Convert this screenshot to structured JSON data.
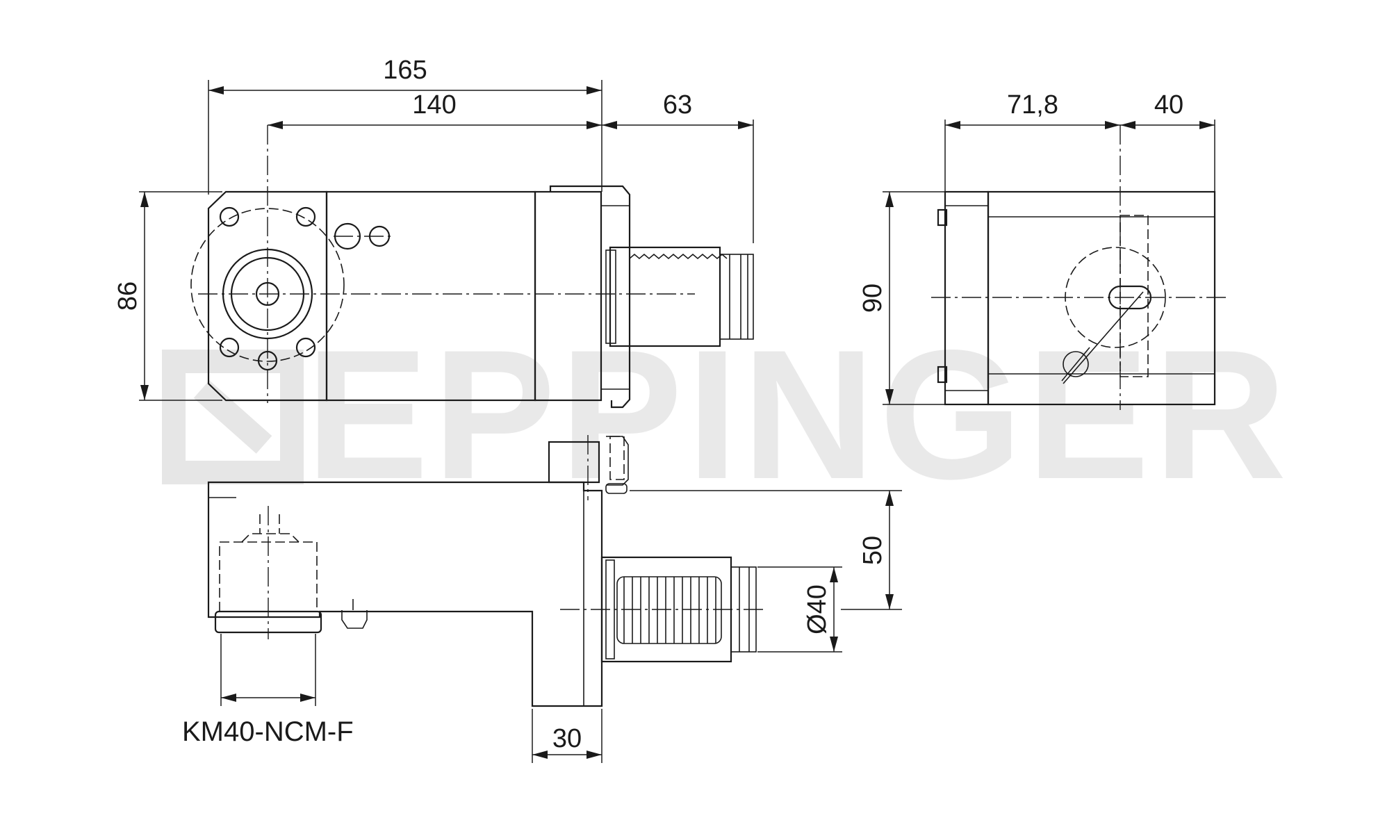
{
  "watermark": {
    "text": "EPPINGER"
  },
  "part_label": "KM40-NCM-F",
  "dimensions": {
    "d165": "165",
    "d140": "140",
    "d63": "63",
    "d86": "86",
    "d71_8": "71,8",
    "d40": "40",
    "d90": "90",
    "d50": "50",
    "dia40": "Ø40",
    "d30": "30"
  }
}
